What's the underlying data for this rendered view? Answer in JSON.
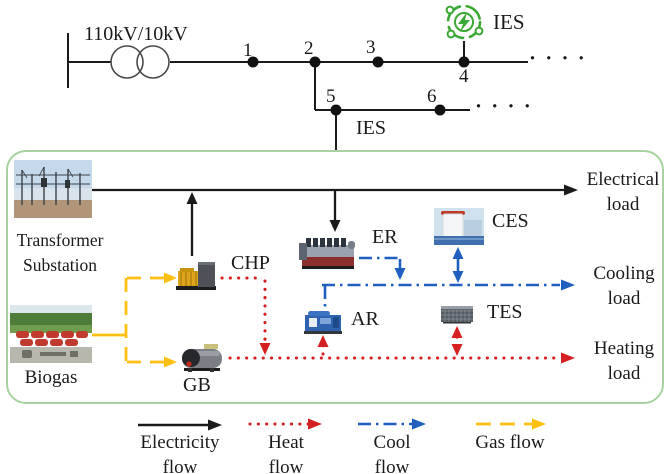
{
  "grid": {
    "transformer_rating": "110kV/10kV",
    "node_labels": [
      "1",
      "2",
      "3",
      "4",
      "5",
      "6"
    ],
    "ies_icon_label": "IES",
    "ies_connection_label": "IES",
    "feeder_continuation": "· · · ·",
    "branch_continuation": "· · · ·"
  },
  "box": {
    "substation_label": "Transformer Substation",
    "biogas_label": "Biogas",
    "components": {
      "chp": "CHP",
      "gb": "GB",
      "er": "ER",
      "ar": "AR",
      "ces": "CES",
      "tes": "TES"
    },
    "loads": {
      "electrical": "Electrical load",
      "cooling": "Cooling load",
      "heating": "Heating load"
    }
  },
  "legend": [
    {
      "id": "electricity",
      "label": "Electricity flow"
    },
    {
      "id": "heat",
      "label": "Heat flow"
    },
    {
      "id": "cool",
      "label": "Cool flow"
    },
    {
      "id": "gas",
      "label": "Gas flow"
    }
  ],
  "colors": {
    "electricity": "#1a1a1a",
    "heat": "#d42020",
    "cool": "#1f5fc0",
    "gas": "#fdc013",
    "box_border": "#a6d49f",
    "ies_green": "#3aa832"
  }
}
